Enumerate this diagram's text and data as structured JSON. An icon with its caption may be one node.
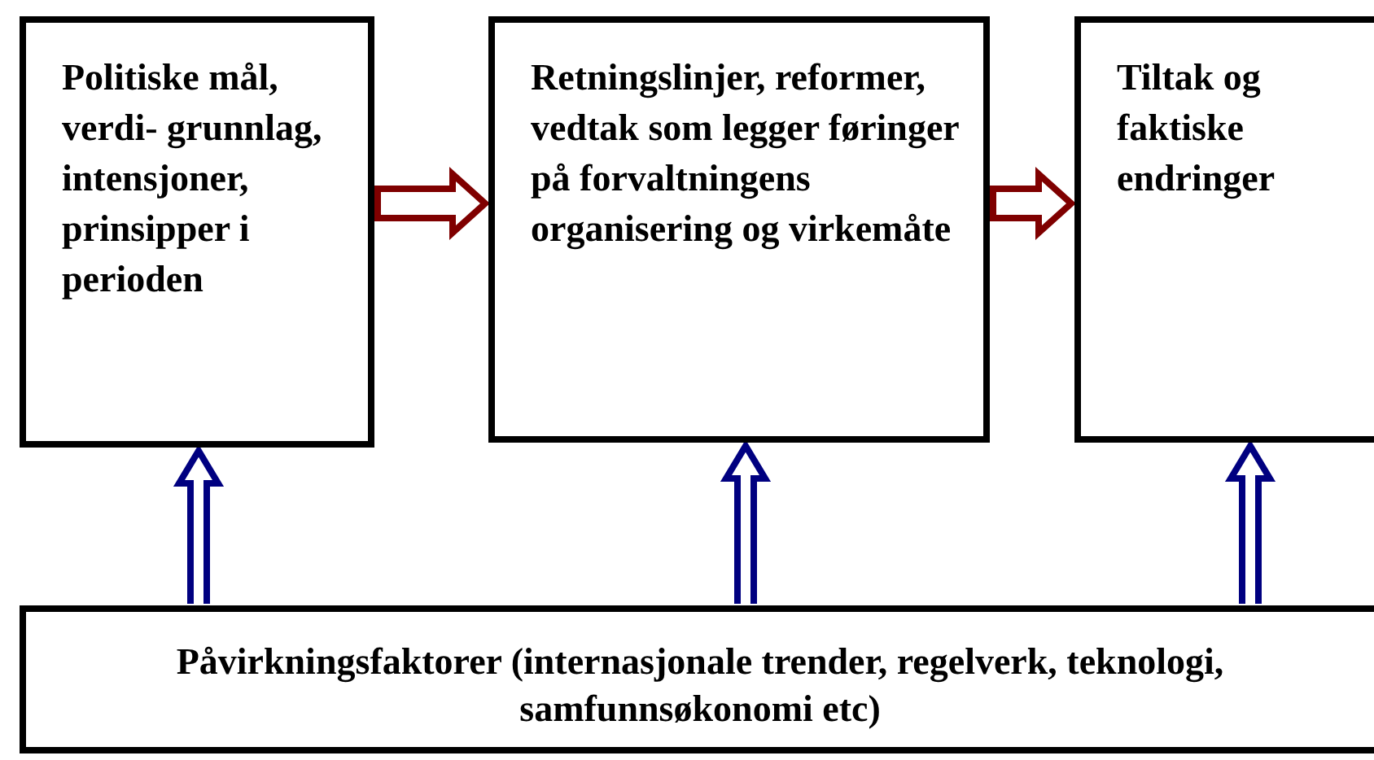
{
  "diagram": {
    "nodes": [
      {
        "text": [
          "Politiske mål, verdi- grunnlag, intensjoner, prinsipper  i perioden"
        ]
      },
      {
        "text": [
          "Retningslinjer, reformer, vedtak som legger føringer på  forvaltningens organisering og virkemåte"
        ]
      },
      {
        "text": [
          "Tiltak og faktiske endringer"
        ]
      },
      {
        "text": [
          "Påvirkningsfaktorer (internasjonale trender, regelverk, teknologi, samfunnsøkonomi etc)"
        ]
      }
    ],
    "edges": [
      {
        "from": 0,
        "to": 1,
        "arrow": "to",
        "color": "#7f0000"
      },
      {
        "from": 1,
        "to": 2,
        "arrow": "to",
        "color": "#7f0000"
      },
      {
        "from": 3,
        "to": 0,
        "arrow": "to"
      },
      {
        "from": 3,
        "to": 1,
        "arrow": "to"
      },
      {
        "from": 3,
        "to": 2,
        "arrow": "to"
      }
    ]
  }
}
